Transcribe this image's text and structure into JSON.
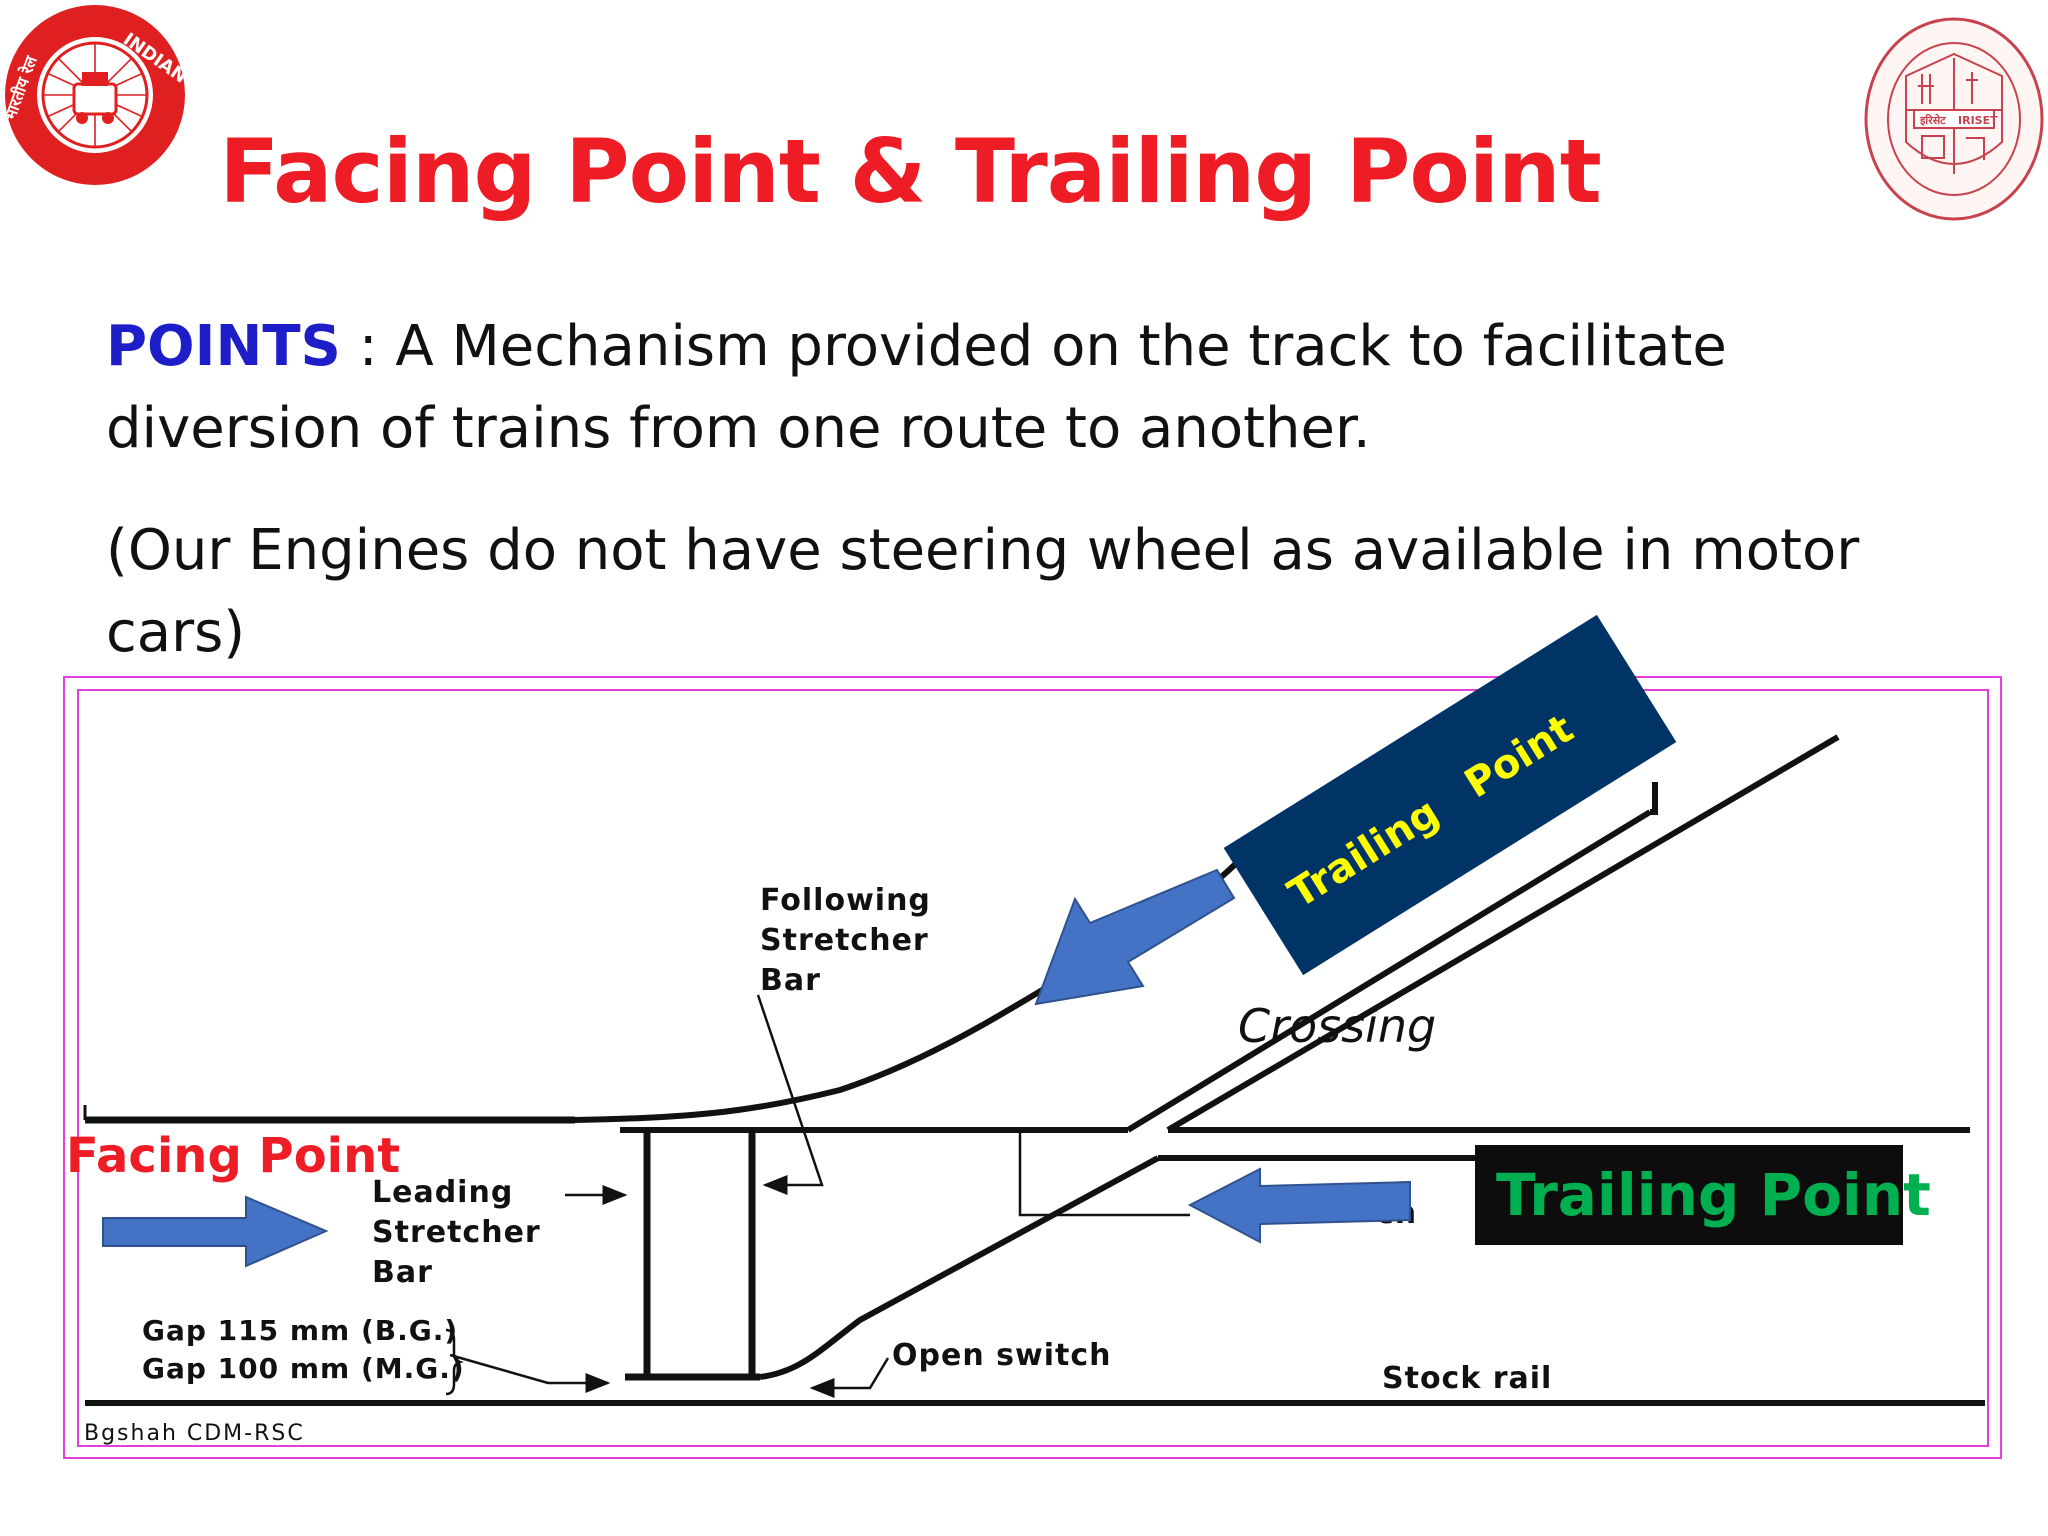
{
  "slide": {
    "title": "Facing Point & Trailing Point",
    "definition_term": "POINTS",
    "definition_rest": " : A Mechanism provided on the track to facilitate diversion of trains from one route  to another.",
    "note": "(Our Engines do not have steering wheel as available in motor cars)"
  },
  "logos": {
    "left_text": "INDIAN RAILWAYS",
    "left_hindi": "भारतीय रेल",
    "right_text": "IRISET",
    "right_hindi": "इरिसेट"
  },
  "diagram": {
    "labels": {
      "following_bar_1": "Following",
      "following_bar_2": "Stretcher",
      "following_bar_3": "Bar",
      "leading_bar_1": "Leading",
      "leading_bar_2": "Stretcher",
      "leading_bar_3": "Bar",
      "gap_bg": "Gap 115 mm (B.G.)",
      "gap_mg": "Gap 100 mm (M.G.)",
      "open_switch": "Open switch",
      "stock_rail": "Stock rail",
      "crossing": "Crossing",
      "switch_partial": "ch",
      "credit": "Bgshah CDM-RSC"
    },
    "callouts": {
      "facing_point": "Facing Point",
      "trailing_box_bottom": "Trailing Point",
      "trailing_word_1": "Trailing",
      "trailing_word_2": "Point"
    },
    "colors": {
      "title_red": "#ee1c25",
      "points_blue": "#1e1ec8",
      "arrow_blue": "#4472c4",
      "navy_box": "#003366",
      "yellow_text": "#ffff00",
      "green_text": "#00b050",
      "frame_magenta": "#e23ee0"
    }
  }
}
